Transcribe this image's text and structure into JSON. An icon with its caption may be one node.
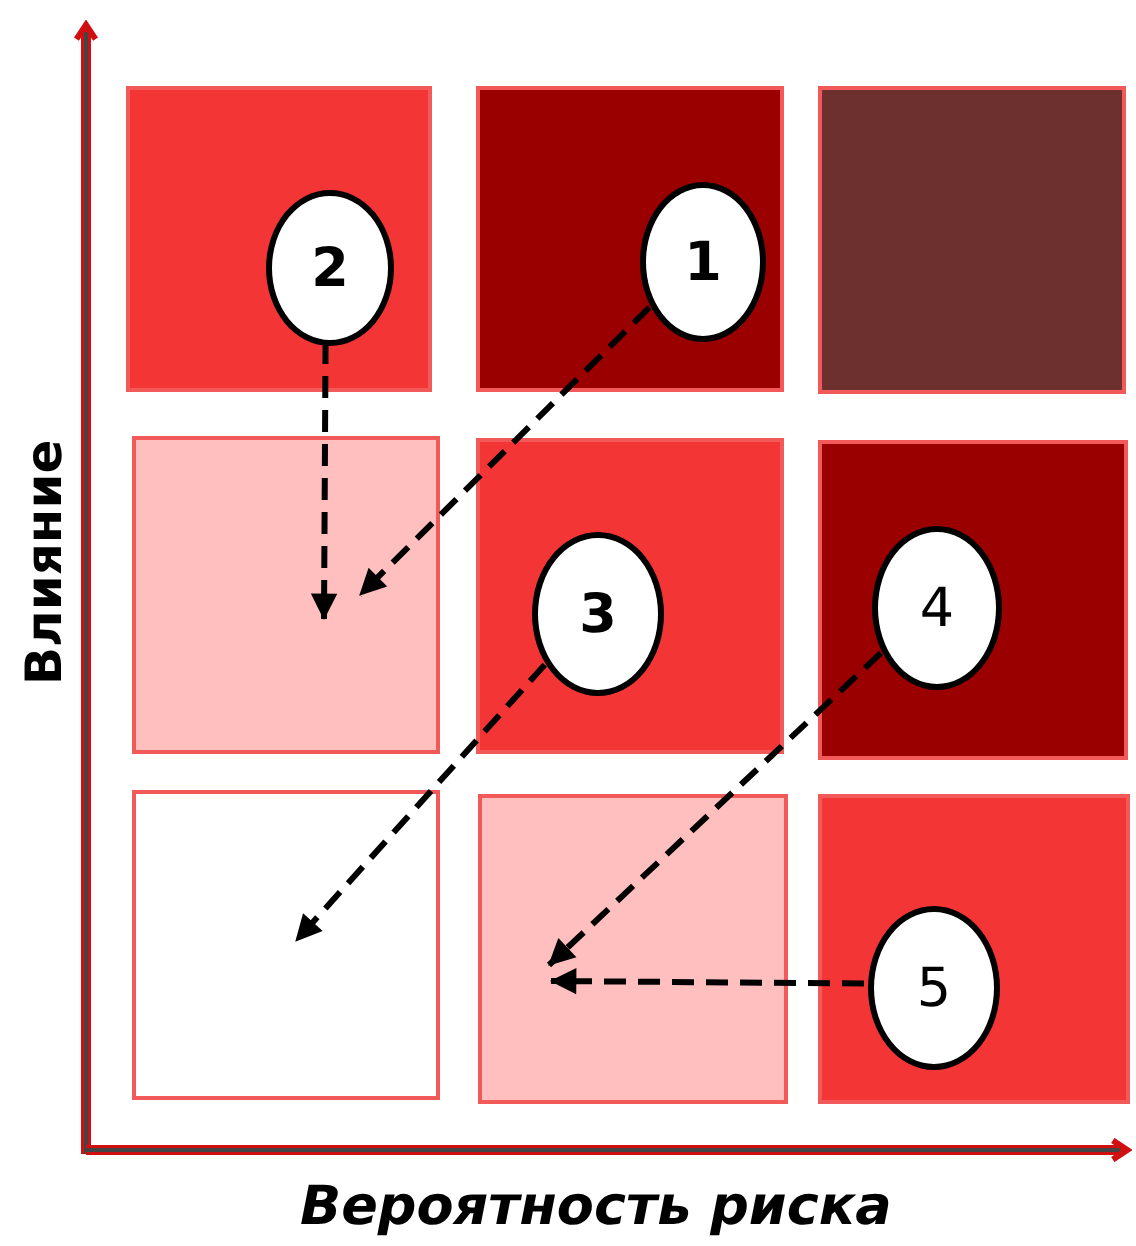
{
  "diagram": {
    "nodes": [
      {
        "text": [],
        "shape": "box"
      },
      {
        "text": [
          "2"
        ],
        "in": 0
      },
      {
        "text": [],
        "shape": "box"
      },
      {
        "text": [
          "1"
        ],
        "in": 2
      },
      {
        "text": [],
        "shape": "box"
      },
      {
        "text": [],
        "shape": "box"
      },
      {
        "text": [],
        "shape": "box"
      },
      {
        "text": [
          "3"
        ],
        "in": 6
      },
      {
        "text": [],
        "shape": "box"
      },
      {
        "text": [
          "4"
        ],
        "in": 8
      },
      {
        "text": [],
        "shape": "box"
      },
      {
        "text": [],
        "shape": "box"
      },
      {
        "text": [],
        "shape": "box"
      },
      {
        "text": [
          "5"
        ],
        "in": 12
      }
    ],
    "edges": [
      {
        "from": 3,
        "to": 5,
        "arrow": "to",
        "style": "dashed"
      },
      {
        "from": 1,
        "to": 5,
        "arrow": "to",
        "style": "dashed"
      },
      {
        "from": 7,
        "to": 10,
        "arrow": "to",
        "style": "dashed"
      },
      {
        "from": 9,
        "to": 11,
        "arrow": "to",
        "style": "dashed"
      },
      {
        "from": 13,
        "to": 11,
        "arrow": "to",
        "style": "dashed"
      }
    ],
    "labels": [
      "Влияние",
      "Вероятность риска"
    ]
  }
}
